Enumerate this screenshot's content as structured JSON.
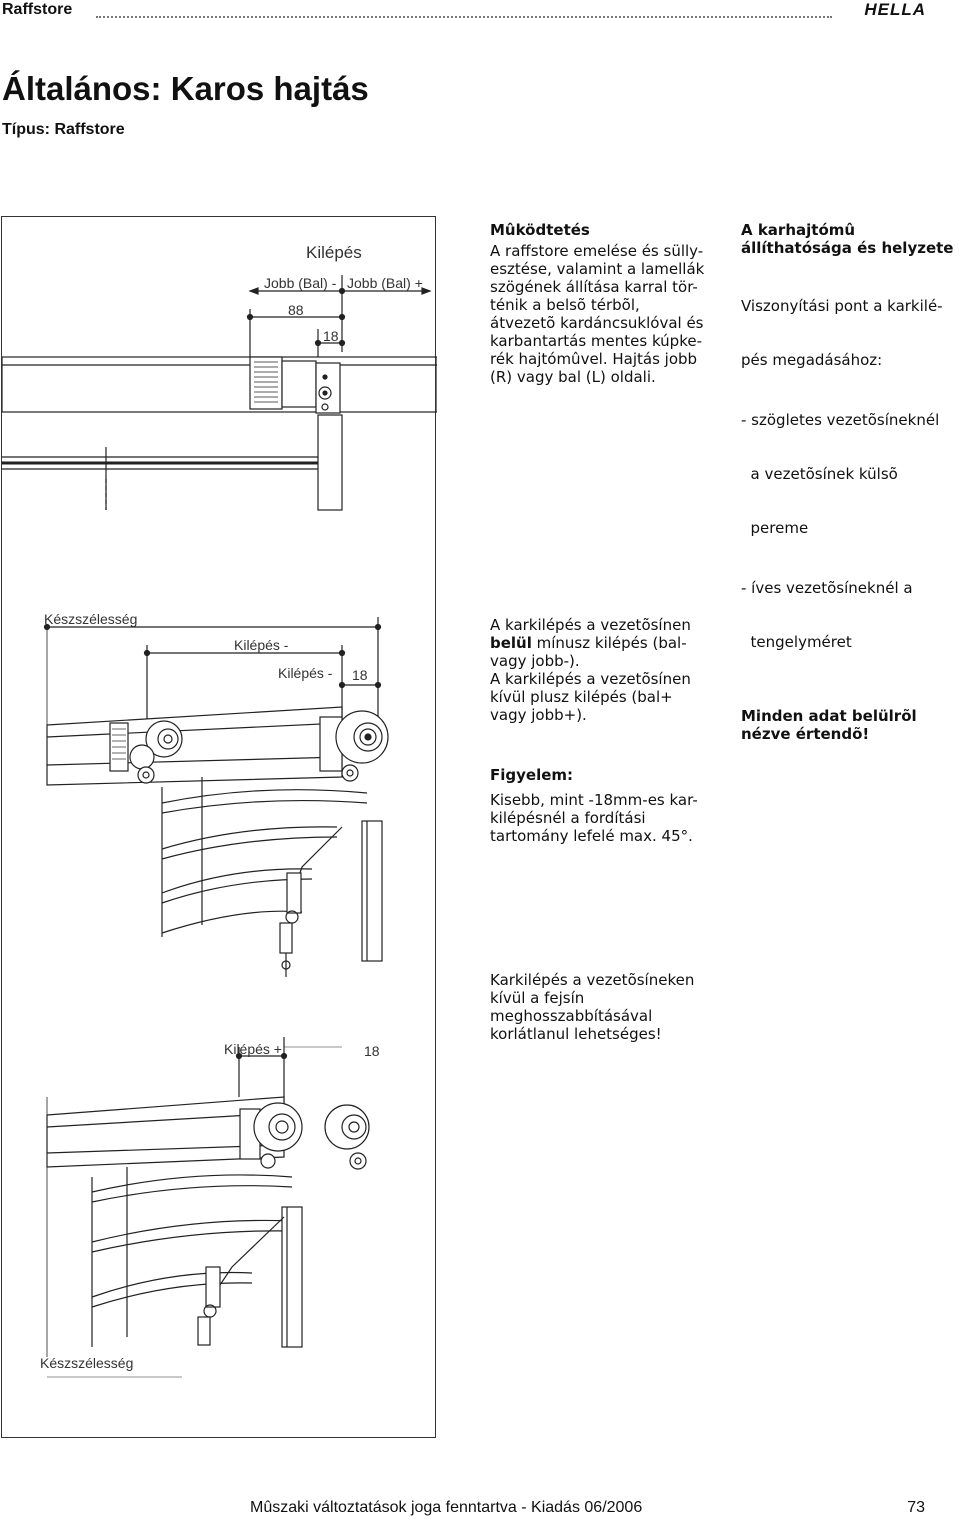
{
  "header": {
    "brand": "Raffstore",
    "logo": "HELLA"
  },
  "title": "Általános: Karos hajtás",
  "subtitle": "Típus: Raffstore",
  "figures": {
    "fig1": {
      "heading": "Kilépés",
      "left_label": "Jobb (Bal) -",
      "right_label": "Jobb (Bal) +",
      "dim_88": "88",
      "dim_18": "18"
    },
    "fig2": {
      "width_label": "Készszélesség",
      "step_label": "Kilépés -",
      "step_label2": "Kilépés -",
      "dim_18": "18"
    },
    "fig3": {
      "step_label": "Kilépés +",
      "dim_18": "18",
      "width_label": "Készszélesség"
    }
  },
  "text": {
    "mukodtetes": {
      "heading": "Mûködtetés",
      "lines": [
        "A raffstore emelése és sülly-",
        "esztése, valamint a lamellák",
        "szögének állítása karral tör-",
        "ténik a belsõ térbõl,",
        "átvezetõ kardáncsuklóval és",
        "karbantartás mentes kúpke-",
        "rék hajtómûvel. Hajtás  jobb",
        "(R) vagy bal (L) oldali."
      ]
    },
    "karhajtomu": {
      "heading_line1": "A karhajtómû",
      "heading_line2": "állíthatósága és helyzete",
      "lines": [
        "Viszonyítási pont a karkilé-",
        "pés megadásához:",
        "- szögletes vezetõsíneknél",
        "  a vezetõsínek külsõ",
        "  pereme",
        "- íves vezetõsíneknél a",
        "  tengelyméret"
      ],
      "note_line1": "Minden adat belülrõl",
      "note_line2": "nézve értendõ!"
    },
    "karkilepes": {
      "line1": "A karkilépés a vezetõsínen",
      "bold_word": "belül",
      "line2_rest": " mínusz kilépés (bal-",
      "line3": "vagy jobb-).",
      "line4": "A karkilépés a vezetõsínen",
      "line5": "kívül plusz kilépés (bal+",
      "line6": "vagy jobb+)."
    },
    "figyelem": {
      "heading": "Figyelem:",
      "lines": [
        "Kisebb, mint -18mm-es kar-",
        "kilépésnél a fordítási",
        "tartomány lefelé max. 45°."
      ]
    },
    "fejsin": {
      "lines": [
        "Karkilépés a vezetõsíneken",
        "kívül a fejsín",
        "meghosszabbításával",
        "korlátlanul lehetséges!"
      ]
    }
  },
  "footer": {
    "text": "Mûszaki változtatások joga fenntartva - Kiadás 06/2006",
    "page": "73"
  }
}
